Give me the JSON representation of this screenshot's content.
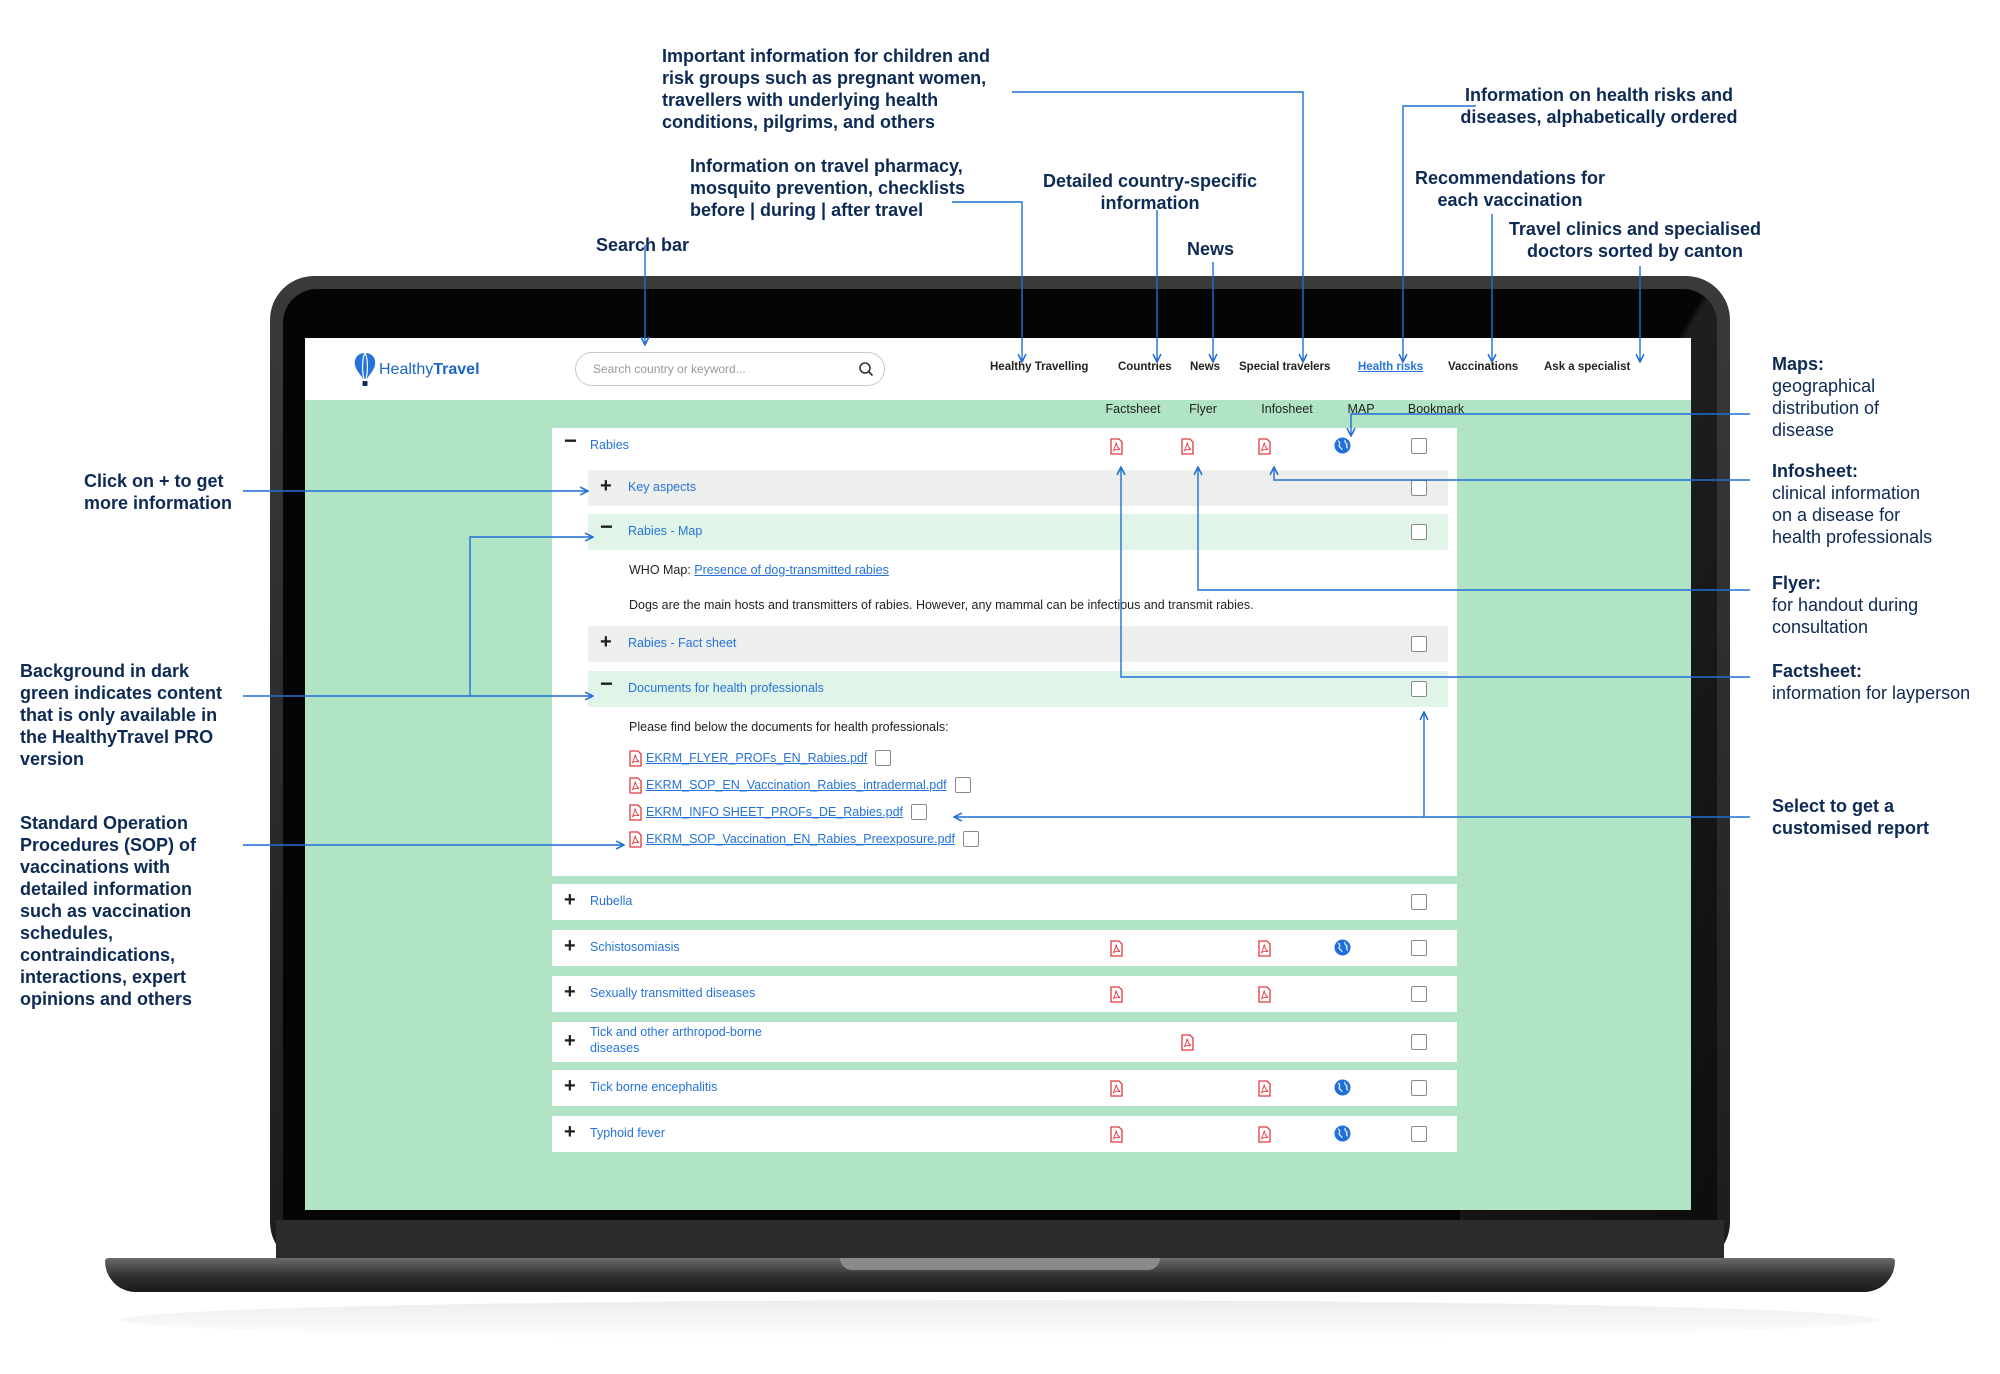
{
  "site": {
    "logo_part1": "Healthy",
    "logo_part2": "Travel",
    "search_placeholder": "Search country or keyword...",
    "nav": [
      "Healthy Travelling",
      "Countries",
      "News",
      "Special travelers",
      "Health risks",
      "Vaccinations",
      "Ask a specialist"
    ],
    "active_nav": "Health risks"
  },
  "columns": [
    "Factsheet",
    "Flyer",
    "Infosheet",
    "MAP",
    "Bookmark"
  ],
  "rabies": {
    "label": "Rabies",
    "sub_items": [
      "Key aspects",
      "Rabies - Map",
      "Rabies - Fact sheet",
      "Documents for health professionals"
    ],
    "map_prefix": "WHO Map: ",
    "map_link": "Presence of dog-transmitted rabies",
    "map_text": "Dogs are the main hosts and transmitters of rabies. However, any mammal can be infectious and transmit rabies.",
    "docs_intro": "Please find below the documents for health professionals:",
    "documents": [
      "EKRM_FLYER_PROFs_EN_Rabies.pdf",
      "EKRM_SOP_EN_Vaccination_Rabies_intradermal.pdf",
      "EKRM_INFO SHEET_PROFs_DE_Rabies.pdf",
      "EKRM_SOP_Vaccination_EN_Rabies_Preexposure.pdf"
    ]
  },
  "diseases": [
    {
      "label": "Rubella"
    },
    {
      "label": "Schistosomiasis"
    },
    {
      "label": "Sexually transmitted diseases"
    },
    {
      "label": "Tick and other arthropod-borne",
      "label2": "diseases"
    },
    {
      "label": "Tick borne encephalitis"
    },
    {
      "label": "Typhoid fever"
    }
  ],
  "annotations": {
    "special_travelers": [
      "Important information for children and",
      "risk groups such as pregnant women,",
      "travellers with underlying health",
      "conditions, pilgrims, and others"
    ],
    "healthy_travelling": [
      "Information on travel pharmacy,",
      "mosquito prevention, checklists",
      "before | during | after travel"
    ],
    "search_bar": "Search bar",
    "countries": [
      "Detailed country-specific",
      "information"
    ],
    "news": "News",
    "health_risks": [
      "Information on health risks and",
      "diseases, alphabetically ordered"
    ],
    "vaccinations": [
      "Recommendations for",
      "each vaccination"
    ],
    "specialist": [
      "Travel clinics and specialised",
      "doctors sorted by canton"
    ],
    "maps_title": "Maps:",
    "maps_text": [
      "geographical",
      "distribution of",
      "disease"
    ],
    "infosheet_title": "Infosheet:",
    "infosheet_text": [
      "clinical information",
      "on a disease for",
      "health professionals"
    ],
    "flyer_title": "Flyer:",
    "flyer_text": [
      "for handout during",
      "consultation"
    ],
    "factsheet_title": "Factsheet:",
    "factsheet_text": "information for layperson",
    "select": [
      "Select to get a",
      "customised report"
    ],
    "click_plus": [
      "Click on + to get",
      "more information"
    ],
    "pro_version": [
      "Background in dark",
      "green indicates content",
      "that is only available in",
      "the HealthyTravel PRO",
      "version"
    ],
    "sop": [
      "Standard Operation",
      "Procedures (SOP) of",
      "vaccinations with",
      "detailed information",
      "such as vaccination",
      "schedules,",
      "contraindications,",
      "interactions, expert",
      "opinions and others"
    ]
  },
  "colors": {
    "accent_blue": "#2573d9",
    "annotation_navy": "#0d2a55",
    "screen_green": "#b1e4c5",
    "pro_green": "#e0f5e7",
    "pdf_red": "#e0393e"
  }
}
